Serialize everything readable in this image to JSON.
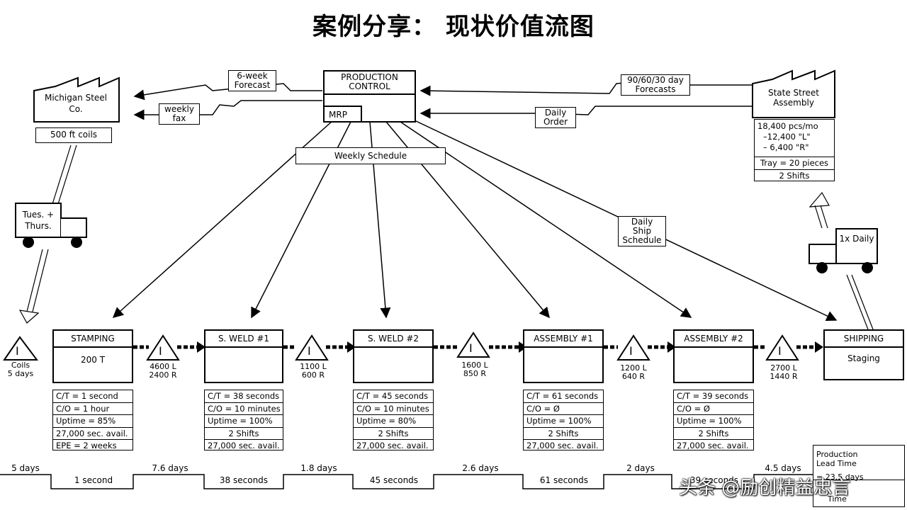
{
  "title": "案例分享： 现状价值流图",
  "production_control": {
    "title": "PRODUCTION CONTROL",
    "mrp": "MRP"
  },
  "supplier": {
    "name": "Michigan Steel Co.",
    "data": "500 ft coils"
  },
  "customer": {
    "name": "State Street Assembly",
    "demand": [
      "18,400 pcs/mo",
      "–12,400 \"L\"",
      "– 6,400 \"R\""
    ],
    "tray": "Tray = 20 pieces",
    "shifts": "2 Shifts"
  },
  "info_flows": {
    "six_week_forecast": "6-week Forecast",
    "weekly_fax": "weekly fax",
    "day_forecasts": "90/60/30 day Forecasts",
    "daily_order": "Daily Order",
    "weekly_schedule": "Weekly Schedule",
    "daily_ship_schedule": "Daily Ship Schedule"
  },
  "trucks": {
    "supplier_truck": "Tues. + Thurs.",
    "customer_truck": "1x Daily"
  },
  "inventory": [
    {
      "line1": "Coils",
      "line2": "5 days"
    },
    {
      "line1": "4600 L",
      "line2": "2400 R"
    },
    {
      "line1": "1100 L",
      "line2": "600 R"
    },
    {
      "line1": "1600 L",
      "line2": "850 R"
    },
    {
      "line1": "1200 L",
      "line2": "640 R"
    },
    {
      "line1": "2700 L",
      "line2": "1440 R"
    }
  ],
  "inventory_symbol": "I",
  "processes": [
    {
      "name": "STAMPING",
      "body": "200 T",
      "data": [
        "C/T = 1 second",
        "C/O = 1 hour",
        "Uptime = 85%",
        "27,000 sec. avail.",
        "EPE = 2 weeks"
      ]
    },
    {
      "name": "S. WELD #1",
      "body": "",
      "data": [
        "C/T = 38 seconds",
        "C/O = 10 minutes",
        "Uptime = 100%",
        "2 Shifts",
        "27,000 sec. avail."
      ]
    },
    {
      "name": "S. WELD #2",
      "body": "",
      "data": [
        "C/T = 45 seconds",
        "C/O = 10 minutes",
        "Uptime = 80%",
        "2 Shifts",
        "27,000 sec. avail."
      ]
    },
    {
      "name": "ASSEMBLY #1",
      "body": "",
      "data": [
        "C/T = 61 seconds",
        "C/O = Ø",
        "Uptime = 100%",
        "2 Shifts",
        "27,000 sec. avail."
      ]
    },
    {
      "name": "ASSEMBLY #2",
      "body": "",
      "data": [
        "C/T = 39 seconds",
        "C/O = Ø",
        "Uptime = 100%",
        "2 Shifts",
        "27,000 sec. avail."
      ]
    }
  ],
  "shipping": {
    "name": "SHIPPING",
    "body": "Staging"
  },
  "timeline": {
    "waits": [
      "5 days",
      "7.6 days",
      "1.8 days",
      "2.6 days",
      "2 days",
      "4.5 days"
    ],
    "process_times": [
      "1 second",
      "38 seconds",
      "45 seconds",
      "61 seconds",
      "39 seconds"
    ]
  },
  "summary": {
    "lead_label": "Production Lead Time",
    "lead_value": "= 23.5 days",
    "time_label": "Time"
  },
  "watermark": "头条 @励创精益忠言"
}
